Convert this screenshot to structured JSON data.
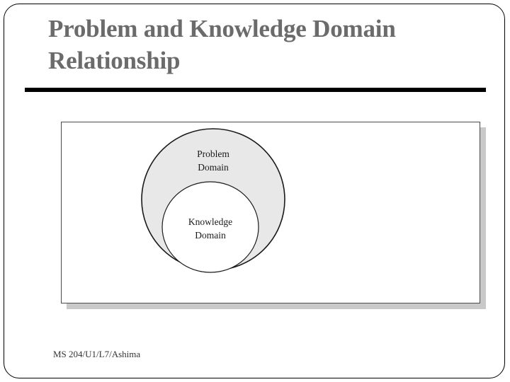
{
  "slide": {
    "title": "Problem and Knowledge Domain Relationship",
    "title_line1": "Problem and Knowledge Domain",
    "title_line2": "Relationship",
    "title_color": "#6b6b6b",
    "rule_color": "#000000",
    "background_color": "#ffffff",
    "border_color": "#000000"
  },
  "diagram": {
    "panel_background": "#ffffff",
    "panel_border_color": "#4a4a4a",
    "shadow_color": "#c9c9c9",
    "outer_shape": {
      "name": "problem-domain-ellipse",
      "label_line1": "Problem",
      "label_line2": "Domain",
      "fill": "#e8e8e8",
      "stroke": "#1a1a1a"
    },
    "inner_shape": {
      "name": "knowledge-domain-ellipse",
      "label_line1": "Knowledge",
      "label_line2": "Domain",
      "fill": "#ffffff",
      "stroke": "#1a1a1a"
    }
  },
  "footer": {
    "note": "MS 204/U1/L7/Ashima"
  }
}
